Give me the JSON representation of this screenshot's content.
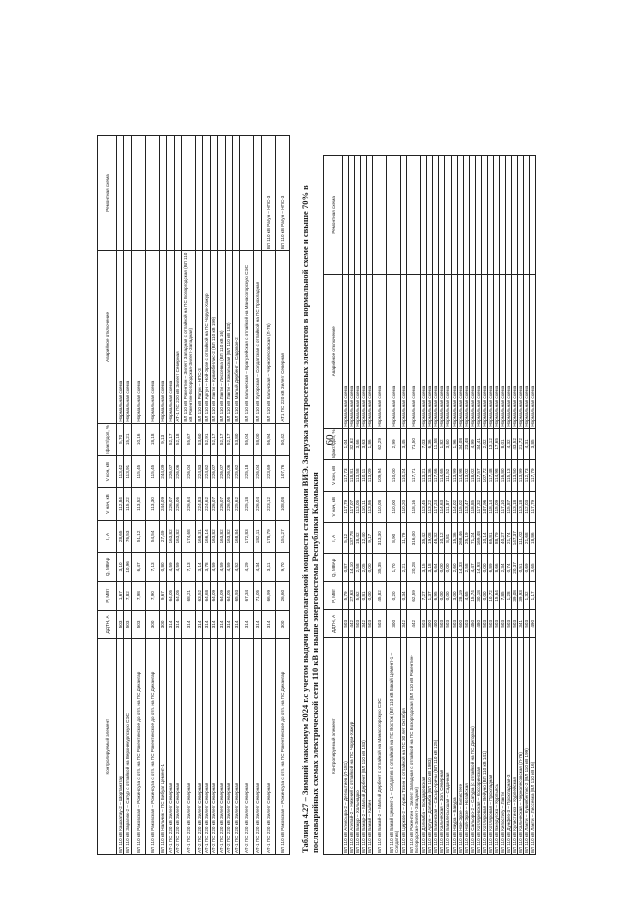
{
  "page_number": "60",
  "upper_table": {
    "columns": [
      "Контролируемый элемент",
      "ДДТН, А",
      "P, МВт",
      "Q, МВАр",
      "I, А",
      "V нач, кВ",
      "V кон, кВ",
      "Iфакт/Iдоп, %",
      "Аварийное отключение",
      "Ремонтная схема"
    ],
    "rows": [
      [
        "ВЛ 110 кВ Кашхатау-2 – Шортанзтау",
        "503",
        "1,67",
        "3,10",
        "28,65",
        "112,84",
        "113,42",
        "5,70",
        "Нормальная схема",
        ""
      ],
      [
        "ВЛ 110 кВ Зарагиж-2 – Сатур с отпайкой на Верхнекурпскую СЭС",
        "503",
        "7,82",
        "10,96",
        "76,53",
        "115,22",
        "113,91",
        "15,21",
        "Нормальная схема",
        ""
      ],
      [
        "ВЛ 110 кВ Раковская – Рожинсуза с отп. на ПС Рокентинское до отп. на ПС Дикангар",
        "503",
        "7,98",
        "6,47",
        "51,12",
        "113,52",
        "115,45",
        "10,16",
        "Нормальная схема",
        ""
      ],
      [
        "ВЛ 110 кВ Раковская – Рожинсуза с отп. на ПС Рокентинское до отп. на ПС Дикангар",
        "300",
        "7,90",
        "7,13",
        "54,54",
        "113,30",
        "115,45",
        "18,18",
        "Нормальная схема",
        ""
      ],
      [
        "ВЛ 110 кВ Нальчик – ПС Бибуаг Цемент-1",
        "300",
        "9,67",
        "0,80",
        "27,49",
        "244,09",
        "244,09",
        "9,13",
        "Нормальная схема",
        ""
      ],
      [
        "АТ-1 ПС 220 кВ Зилегг Северная",
        "314",
        "64,05",
        "4,59",
        "163,82",
        "226,07",
        "226,07",
        "52,17",
        "Нормальная схема",
        ""
      ],
      [
        "АТ-2 ПС 220 кВ Зилегг Северная",
        "314",
        "64,05",
        "4,59",
        "163,82",
        "226,06",
        "226,06",
        "52,18",
        "АТ-1 ПС 220 кВ Зилегг Северная",
        ""
      ],
      [
        "АТ-1 ПС 220 кВ Зилегг Северная",
        "314",
        "68,21",
        "7,13",
        "174,68",
        "226,64",
        "226,04",
        "55,67",
        "ВЛ 110 кВ Рокентин – Зилегг Западная с отпайкой на ПС Бозоргодская (ВЛ 110 кВ Рокентин-Богородская-Зилегг-Западная)",
        ""
      ],
      [
        "АТ-2 ПС 220 кВ Зилегг Северная",
        "314",
        "63,52",
        "3,14",
        "168,31",
        "224,83",
        "224,83",
        "53,60",
        "ВЛ 110 кВ Рагун – НПС-3",
        ""
      ],
      [
        "АТ-1 ПС 220 кВ Зилегг Северная",
        "314",
        "64,68",
        "3,78",
        "166,14",
        "224,62",
        "224,62",
        "52,91",
        "ВЛ 110 кВ Аргун – Ной-Эрзе с отпайкой на ПС Чорум-Хажур",
        ""
      ],
      [
        "АТ-2 ПС 220 кВ Зилегг Северная",
        "314",
        "64,09",
        "4,59",
        "163,82",
        "226,07",
        "226,07",
        "52,17",
        "ВЛ 110 кВ Лакти – Кувиябеглис-2 (ВЛ 110 кВ 199)",
        ""
      ],
      [
        "АТ-1 ПС 220 кВ Зилегг Северная",
        "314",
        "64,09",
        "4,59",
        "163,82",
        "226,07",
        "226,07",
        "52,17",
        "ВЛ 110 кВ Лакти – Лиссевка (ВЛ 110 кВ 16)",
        ""
      ],
      [
        "АТ-2 ПС 220 кВ Зилегг Северная",
        "314",
        "64,05",
        "4,59",
        "163,82",
        "226,06",
        "226,06",
        "52,17",
        "ВЛ 110 кВ Лакти – Кожальская (ВЛ 110 кВ 183)",
        ""
      ],
      [
        "АТ-1 ПС 220 кВ Зилегг Северная",
        "314",
        "65,93",
        "4,52",
        "168,84",
        "225,62",
        "225,62",
        "53,80",
        "ВЛ 110 кВ Малый Дербент – Садовое-2",
        ""
      ],
      [
        "АТ-2 ПС 220 кВ Зилегг Северная",
        "314",
        "67,34",
        "4,29",
        "172,83",
        "225,18",
        "225,18",
        "55,04",
        "ВЛ 110 кВ Кальческая – Брагузейская с отпайкой на Манасогорскую СЭС",
        ""
      ],
      [
        "АТ-1 ПС 220 кВ Зилегг Северная",
        "314",
        "71,05",
        "4,34",
        "182,11",
        "226,04",
        "226,04",
        "58,00",
        "ВЛ 110 кВ Хугорская – Солдатская с отпайкой на ПС Прохладная",
        ""
      ],
      [
        "АТ-1 ПС 220 кВ Зилегг Северная",
        "314",
        "66,99",
        "3,11",
        "178,79",
        "223,12",
        "223,69",
        "56,94",
        "ВЛ 110 кВ Кальчская – Чернолесовская (Л-76)",
        "ВЛ 110 кВ Рагун – НПС-3"
      ],
      [
        "ВЛ 110 кВ Раковская – Рожинсуза с отп. на ПС Рокентинское до отп. на ПС Дикангар",
        "300",
        "26,60",
        "9,70",
        "151,27",
        "108,08",
        "107,76",
        "50,42",
        "АТ1 ПС 220 кВ Зилегг Северная",
        "ВЛ 110 кВ Рагун – НПС-3"
      ]
    ]
  },
  "lower_caption": "Таблица 4.27 – Зимний максимум 2024 г.с учетом выдачи располагаемой мощности станциями ВИЭ. Загрузка электросетевых элементов в нормальной схеме и свыше 70% в послеаварийных схемах электрической сети 110 кВ и выше энергосистемы Республики Калмыкия",
  "lower_table": {
    "columns": [
      "Контролируемый элемент",
      "ДДТН, А",
      "P, МВт",
      "Q, МВАр",
      "I, А",
      "V нач, кВ",
      "V кон, кВ",
      "Iфакт/Iдоп, %",
      "Аварийное отключение",
      "Ремонтная схема"
    ],
    "rows": [
      [
        "ВЛ 110 кВ Агнисыра-2 – Дегиштиев (Л-181)",
        "503",
        "5,79",
        "0,87",
        "5,12",
        "117,79",
        "117,73",
        "1,04",
        "Нормальная схема",
        ""
      ],
      [
        "ВЛ 110 кВ Агипай-2 – Нижний с отпайкой на ПС Чорум-Хажур",
        "442",
        "27,63",
        "14,10",
        "137,78",
        "117,07",
        "118,81",
        "32,62",
        "Нормальная схема",
        ""
      ],
      [
        "ВЛ 110 кВ Бакур – Хольнадко",
        "503",
        "5,62",
        "2,58",
        "18,42",
        "113,05",
        "113,58",
        "3,66",
        "Нормальная схема",
        ""
      ],
      [
        "ВЛ 110 кВ Бакар-2 – Малый Дербент (ВЛ 110 кВ 183)",
        "342",
        "0,81",
        "2,05",
        "12,40",
        "110,11",
        "110,11",
        "3,63",
        "Нормальная схема",
        ""
      ],
      [
        "ВЛ 110 кВ Бакай – Кьйин",
        "503",
        "0,00",
        "0,00",
        "9,17",
        "113,86",
        "113,09",
        "1,86",
        "Нормальная схема",
        ""
      ],
      [
        "ВЛ 110 кВ Бакай-2 – Малый Дербент с отпайкой на Манасогорскую СЭС",
        "503",
        "45,82",
        "35,35",
        "313,30",
        "110,08",
        "109,94",
        "62,29",
        "Нормальная схема",
        ""
      ],
      [
        "ВЛ 110 кВ Бакай Цемент-1 – Солдатив с отпайкой на ПС Восток (ВЛ 110 кВ Бакай Цемент-1 – Солдатив)",
        "300",
        "0,20",
        "1,70",
        "8,90",
        "110,00",
        "110,00",
        "2,99",
        "Нормальная схема",
        ""
      ],
      [
        "ВЛ 110 кВ Цирков-2 – Ариш Тозин с отпайкой на ПС 30 лет Октября",
        "342",
        "0,34",
        "2,21",
        "11,79",
        "110,20",
        "110,24",
        "3,45",
        "Нормальная схема",
        ""
      ],
      [
        "ВЛ 110 кВ Рокентин – Зилегг Западная с отпайкой на ПС Бозоргодская (ВЛ 110 кВ Рокентин-Богородская-Зилегг-Западная)",
        "442",
        "62,59",
        "20,28",
        "316,00",
        "118,16",
        "117,71",
        "71,50",
        "Нормальная схема",
        ""
      ],
      [
        "ВЛ 110 кВ Дзлимба – Бондаровская",
        "503",
        "7,27",
        "3,15",
        "35,42",
        "113,45",
        "113,21",
        "7,03",
        "Нормальная схема",
        ""
      ],
      [
        "ВЛ 110 кВ Аргун – Дзлимба (ВЛ 110 кВ 1983)",
        "300",
        "1,37",
        "3,18",
        "19,08",
        "113,22",
        "113,36",
        "6,36",
        "Нормальная схема",
        ""
      ],
      [
        "ВЛ 110 кВ Бакинская – Сасыр-Аричы (ВЛ 110 кВ 125)",
        "400",
        "6,95",
        "6,64",
        "46,32",
        "117,24",
        "117,66",
        "11,58",
        "Нормальная схема",
        ""
      ],
      [
        "ВЛ 110 кВ Кальческая – Зол. Северная",
        "503",
        "0,00",
        "0,00",
        "10,12",
        "114,63",
        "114,65",
        "1,82",
        "Нормальная схема",
        ""
      ],
      [
        "ВЛ 110 кВ Бакалесыхшая – Садачная",
        "503",
        "0,00",
        "0,00",
        "8,81",
        "111,87",
        "111,52",
        "3,60",
        "Нормальная схема",
        ""
      ],
      [
        "ВЛ 110 кВ Наура – Бакура",
        "503",
        "3,00",
        "2,60",
        "15,36",
        "114,02",
        "113,99",
        "1,96",
        "Нормальная схема",
        ""
      ],
      [
        "ВЛ 110 кВ Ное-Эрзе – Кипистеге",
        "600",
        "28,19",
        "14,33",
        "268,46",
        "115,02",
        "114,98",
        "34,08",
        "Нормальная схема",
        ""
      ],
      [
        "ВЛ 110 кВ Ной-Эрзе – Ногайская",
        "503",
        "4,65",
        "2,58",
        "25,19",
        "113,47",
        "113,02",
        "23,48",
        "Нормальная схема",
        ""
      ],
      [
        "ВЛ 110 кВ Сальоро-2 – Сатура (с отпайкой на ПС Дигораш)",
        "450",
        "15,74",
        "4,47",
        "71,24",
        "118,85",
        "118,02",
        "4,99",
        "Нормальная схема",
        ""
      ],
      [
        "ВЛ 110 кВ Котляревская – Коссоринская",
        "480",
        "30,18",
        "14,93",
        "169,48",
        "117,32",
        "117,57",
        "34,41",
        "Нормальная схема",
        ""
      ],
      [
        "ВЛ 110 кВ Котляровая – Вейуно (ВЛ 110 кВ 141)",
        "503",
        "0,00",
        "0,00",
        "10,14",
        "107,96",
        "107,72",
        "2,02",
        "Нормальная схема",
        ""
      ],
      [
        "ВЛ 110 кВ Котляровая – Прохладная",
        "503",
        "10,72",
        "6,89",
        "65,81",
        "118,14",
        "117,48",
        "13,12",
        "Нормальная схема",
        ""
      ],
      [
        "ВЛ 110 кВ Бжедугско – Курпьясь",
        "503",
        "15,64",
        "8,66",
        "88,79",
        "115,09",
        "114,98",
        "17,65",
        "Нормальная схема",
        ""
      ],
      [
        "ВЛ 110 кВ Кипостигу – Лакти",
        "503",
        "7,85",
        "2,34",
        "40,27",
        "117,10",
        "116,80",
        "8,01",
        "Нормальная схема",
        ""
      ],
      [
        "ВЛ 110 кВ Дунфеэ-3 – Прохладная-3",
        "503",
        "1,28",
        "0,74",
        "21,74",
        "115,87",
        "115,13",
        "4,32",
        "Нормальная схема",
        ""
      ],
      [
        "ВЛ 110 кВ Кулистинзэ – Курпейская",
        "503",
        "39,08",
        "20,37",
        "147,37",
        "113,18",
        "113,50",
        "43,52",
        "Нормальная схема",
        ""
      ],
      [
        "ВЛ 110 кВ Кальческая – Чернолесовская (Л-76)",
        "341",
        "39,93",
        "0,51",
        "111,02",
        "113,18",
        "113,99",
        "21,72",
        "Нормальная схема",
        ""
      ],
      [
        "ВЛ 110 кВ Лакти – Кувиябеглис-2 (ВЛ 110 кВ 199)",
        "503",
        "1,32",
        "0,69",
        "21,68",
        "112,03",
        "112,73",
        "4,31",
        "Нормальная схема",
        ""
      ],
      [
        "ВЛ 110 кВ Лакти – Лиссевка (ВЛ 110 кВ 16)",
        "490",
        "1,17",
        "3,65",
        "18,86",
        "117,79",
        "117,79",
        "3,85",
        "Нормальная схема",
        ""
      ]
    ]
  }
}
